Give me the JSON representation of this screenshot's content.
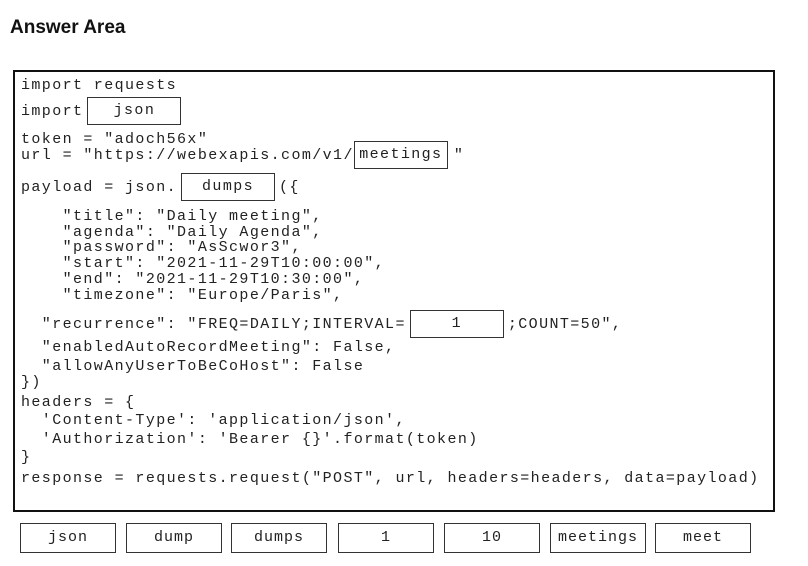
{
  "title": "Answer Area",
  "code": {
    "l1": "import requests",
    "l2_pre": "import",
    "slot_import": "json",
    "l3": "token = \"adoch56x\"",
    "l4_pre": "url = \"https://webexapis.com/v1/",
    "slot_url": "meetings",
    "l4_post": "\"",
    "l5_pre": "payload = json.",
    "slot_payload": "dumps",
    "l5_post": "({",
    "l6": "    \"title\": \"Daily meeting\",",
    "l7": "    \"agenda\": \"Daily Agenda\",",
    "l8": "    \"password\": \"AsScwor3\",",
    "l9": "    \"start\": \"2021-11-29T10:00:00\",",
    "l10": "    \"end\": \"2021-11-29T10:30:00\",",
    "l11": "    \"timezone\": \"Europe/Paris\",",
    "l12_pre": "  \"recurrence\": \"FREQ=DAILY;INTERVAL=",
    "slot_interval": "1",
    "l12_post": ";COUNT=50\",",
    "l13": "  \"enabledAutoRecordMeeting\": False,",
    "l14": "  \"allowAnyUserToBeCoHost\": False",
    "l15": "})",
    "l16": "headers = {",
    "l17": "  'Content-Type': 'application/json',",
    "l18": "  'Authorization': 'Bearer {}'.format(token)",
    "l19": "}",
    "l20": "response = requests.request(\"POST\", url, headers=headers, data=payload)"
  },
  "options": [
    "json",
    "dump",
    "dumps",
    "1",
    "10",
    "meetings",
    "meet"
  ]
}
